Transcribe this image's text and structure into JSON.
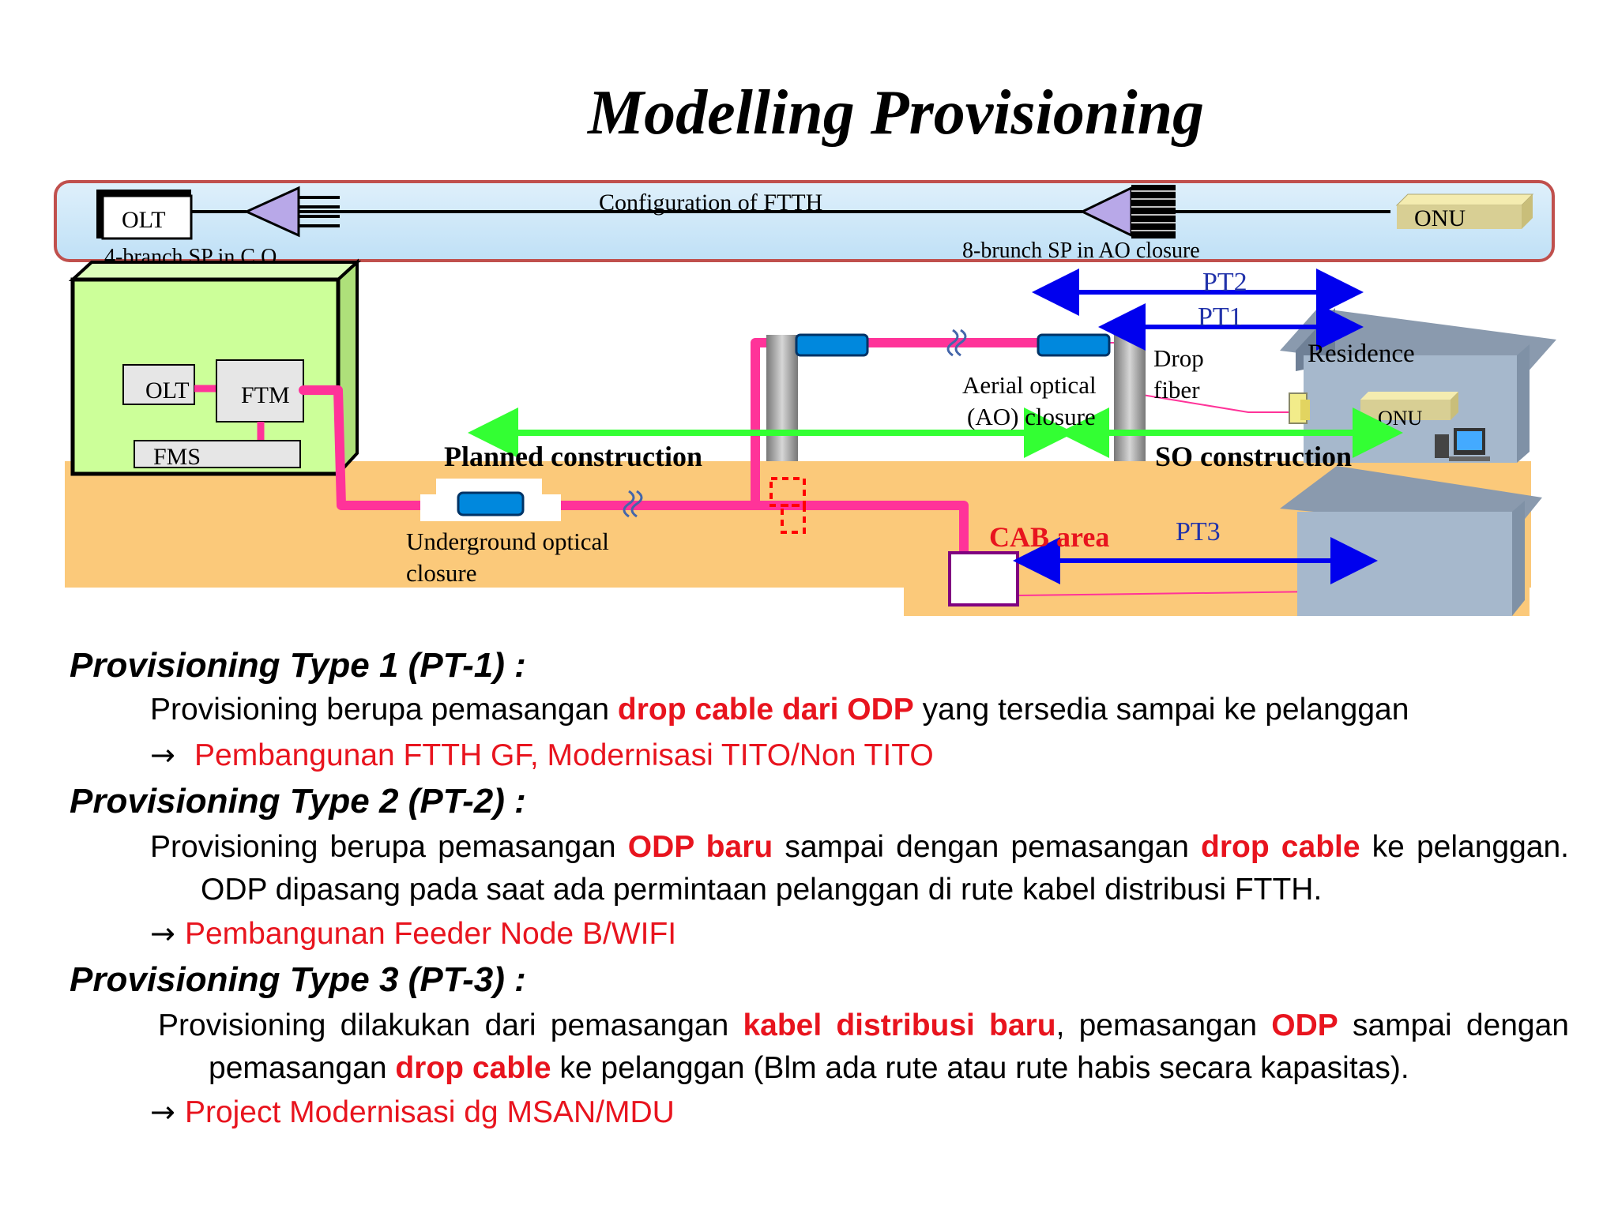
{
  "title": "Modelling Provisioning",
  "diagram": {
    "config_box": {
      "olt": "OLT",
      "onu": "ONU",
      "config_label": "Configuration of FTTH",
      "sp_co_label": "4-branch SP in C.O.",
      "sp_ao_label": "8-brunch SP in AO closure"
    },
    "co_building": {
      "olt": "OLT",
      "ftm": "FTM",
      "fms": "FMS"
    },
    "pt2": "PT2",
    "pt1": "PT1",
    "pt3": "PT3",
    "drop_fiber": [
      "Drop",
      "fiber"
    ],
    "residence": "Residence",
    "onu_home": "ONU",
    "aerial_closure": [
      "Aerial optical",
      "(AO) closure"
    ],
    "planned_construction": "Planned construction",
    "so_construction": "SO construction",
    "underground_closure": [
      "Underground optical",
      "closure"
    ],
    "cab_area": "CAB area",
    "colors": {
      "pink_cable": "#ff3399",
      "green_arrow": "#33ff33",
      "blue_arrow": "#0000ee",
      "ground": "#fbc97a",
      "building": "#ccff99",
      "red_text": "#e8141e"
    }
  },
  "pt1": {
    "heading": "Provisioning Type 1 (PT-1) :",
    "line_pre": "Provisioning berupa pemasangan ",
    "line_hl": "drop cable dari ODP",
    "line_post": " yang tersedia sampai ke pelanggan",
    "arrow": "→",
    "arrow_text": "Pembangunan FTTH GF, Modernisasi TITO/Non TITO"
  },
  "pt2": {
    "heading": "Provisioning Type 2 (PT-2) :",
    "p1": "Provisioning berupa pemasangan ",
    "h1": "ODP baru",
    "p2": " sampai dengan pemasangan ",
    "h2": "drop cable",
    "p3": " ke pelanggan. ODP dipasang pada saat ada permintaan pelanggan di rute kabel distribusi FTTH.",
    "arrow": "→",
    "arrow_text": "Pembangunan Feeder Node B/WIFI"
  },
  "pt3": {
    "heading": "Provisioning Type 3 (PT-3) :",
    "p1": "Provisioning dilakukan dari pemasangan ",
    "h1": "kabel distribusi baru",
    "p2": ", pemasangan ",
    "h2": "ODP",
    "p3": " sampai dengan pemasangan ",
    "h3": "drop cable",
    "p4": " ke pelanggan (Blm ada rute atau rute habis secara kapasitas).",
    "arrow": "→",
    "arrow_text": "Project Modernisasi dg MSAN/MDU"
  }
}
